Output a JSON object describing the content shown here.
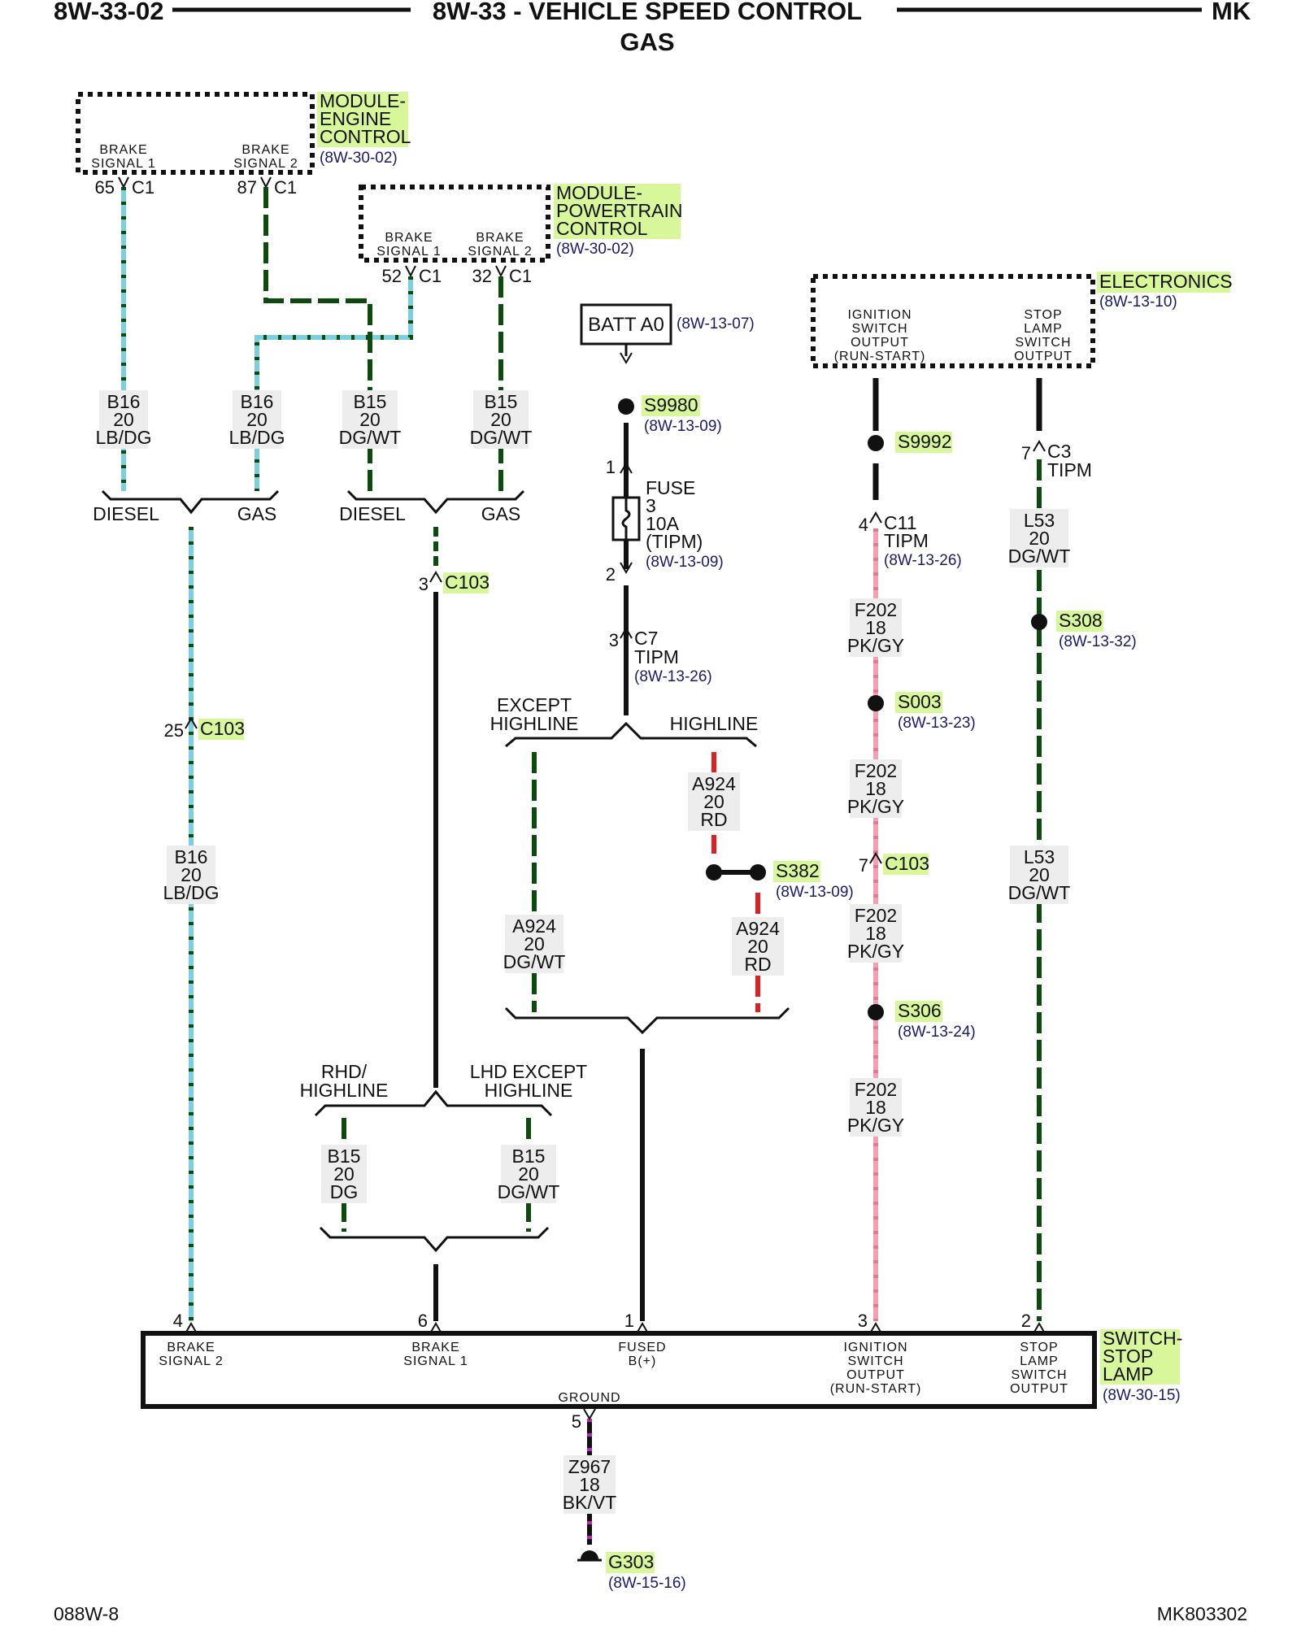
{
  "header": {
    "left": "8W-33-02",
    "title": "8W-33 - VEHICLE SPEED CONTROL",
    "subtitle": "GAS",
    "right": "MK"
  },
  "footer": {
    "left": "088W-8",
    "right": "MK803302"
  },
  "colors": {
    "LB_DG": "#7ccfe0",
    "DG": "#0d4a0d",
    "PK_GY": "#f4a0b4",
    "RD": "#e02020",
    "BK": "#111111",
    "BK_VT": "#c021c0",
    "label_highlight": "#d8f79a"
  },
  "components": {
    "ecm": {
      "name": [
        "MODULE-",
        "ENGINE",
        "CONTROL"
      ],
      "ref": "(8W-30-02)",
      "pins": [
        {
          "label": [
            "BRAKE",
            "SIGNAL 1"
          ],
          "pin": "65",
          "conn": "C1"
        },
        {
          "label": [
            "BRAKE",
            "SIGNAL 2"
          ],
          "pin": "87",
          "conn": "C1"
        }
      ]
    },
    "pcm": {
      "name": [
        "MODULE-",
        "POWERTRAIN",
        "CONTROL"
      ],
      "ref": "(8W-30-02)",
      "pins": [
        {
          "label": [
            "BRAKE",
            "SIGNAL 1"
          ],
          "pin": "52",
          "conn": "C1"
        },
        {
          "label": [
            "BRAKE",
            "SIGNAL 2"
          ],
          "pin": "32",
          "conn": "C1"
        }
      ]
    },
    "electronics": {
      "name": "ELECTRONICS",
      "ref": "(8W-13-10)",
      "pins": [
        {
          "label": [
            "IGNITION",
            "SWITCH",
            "OUTPUT",
            "(RUN-START)"
          ]
        },
        {
          "label": [
            "STOP",
            "LAMP",
            "SWITCH",
            "OUTPUT"
          ]
        }
      ]
    },
    "batt": {
      "name": "BATT A0",
      "ref": "(8W-13-07)"
    },
    "switch": {
      "name": [
        "SWITCH-",
        "STOP",
        "LAMP"
      ],
      "ref": "(8W-30-15)",
      "pins": [
        {
          "pin": "4",
          "label": [
            "BRAKE",
            "SIGNAL 2"
          ]
        },
        {
          "pin": "6",
          "label": [
            "BRAKE",
            "SIGNAL 1"
          ]
        },
        {
          "pin": "1",
          "label": [
            "FUSED",
            "B(+)"
          ]
        },
        {
          "pin": "3",
          "label": [
            "IGNITION",
            "SWITCH",
            "OUTPUT",
            "(RUN-START)"
          ]
        },
        {
          "pin": "2",
          "label": [
            "STOP",
            "LAMP",
            "SWITCH",
            "OUTPUT"
          ]
        }
      ],
      "ground_label": "GROUND",
      "ground_pin": "5"
    }
  },
  "wires": {
    "b16_diesel": [
      "B16",
      "20",
      "LB/DG"
    ],
    "b16_gas": [
      "B16",
      "20",
      "LB/DG"
    ],
    "b15_diesel": [
      "B15",
      "20",
      "DG/WT"
    ],
    "b15_gas": [
      "B15",
      "20",
      "DG/WT"
    ],
    "b16_main": [
      "B16",
      "20",
      "LB/DG"
    ],
    "a924_except": [
      "A924",
      "20",
      "DG/WT"
    ],
    "a924_high_top": [
      "A924",
      "20",
      "RD"
    ],
    "a924_high_bot": [
      "A924",
      "20",
      "RD"
    ],
    "b15_rhd": [
      "B15",
      "20",
      "DG"
    ],
    "b15_lhd": [
      "B15",
      "20",
      "DG/WT"
    ],
    "f202_1": [
      "F202",
      "18",
      "PK/GY"
    ],
    "f202_2": [
      "F202",
      "18",
      "PK/GY"
    ],
    "f202_3": [
      "F202",
      "18",
      "PK/GY"
    ],
    "f202_4": [
      "F202",
      "18",
      "PK/GY"
    ],
    "l53_1": [
      "L53",
      "20",
      "DG/WT"
    ],
    "l53_2": [
      "L53",
      "20",
      "DG/WT"
    ],
    "z967": [
      "Z967",
      "18",
      "BK/VT"
    ]
  },
  "options": {
    "diesel_1": "DIESEL",
    "gas_1": "GAS",
    "diesel_2": "DIESEL",
    "gas_2": "GAS",
    "except_highline": [
      "EXCEPT",
      "HIGHLINE"
    ],
    "highline": "HIGHLINE",
    "rhd_highline": [
      "RHD/",
      "HIGHLINE"
    ],
    "lhd_except_highline": [
      "LHD EXCEPT",
      "HIGHLINE"
    ]
  },
  "connectors": {
    "c103_a": {
      "pin": "3",
      "name": "C103"
    },
    "c103_b": {
      "pin": "25",
      "name": "C103"
    },
    "c103_c": {
      "pin": "7",
      "name": "C103"
    },
    "c7": {
      "pin": "3",
      "name": "C7",
      "sub": "TIPM",
      "ref": "(8W-13-26)"
    },
    "c11": {
      "pin": "4",
      "name": "C11",
      "sub": "TIPM",
      "ref": "(8W-13-26)"
    },
    "c3": {
      "pin": "7",
      "name": "C3",
      "sub": "TIPM"
    }
  },
  "fuse": {
    "label": "FUSE",
    "number": "3",
    "rating": "10A",
    "location": "(TIPM)",
    "ref": "(8W-13-09)",
    "pin_in": "1",
    "pin_out": "2"
  },
  "splices": {
    "s9980": {
      "name": "S9980",
      "ref": "(8W-13-09)"
    },
    "s9992": {
      "name": "S9992"
    },
    "s003": {
      "name": "S003",
      "ref": "(8W-13-23)"
    },
    "s306": {
      "name": "S306",
      "ref": "(8W-13-24)"
    },
    "s308": {
      "name": "S308",
      "ref": "(8W-13-32)"
    },
    "s382": {
      "name": "S382",
      "ref": "(8W-13-09)"
    }
  },
  "ground": {
    "name": "G303",
    "ref": "(8W-15-16)"
  }
}
